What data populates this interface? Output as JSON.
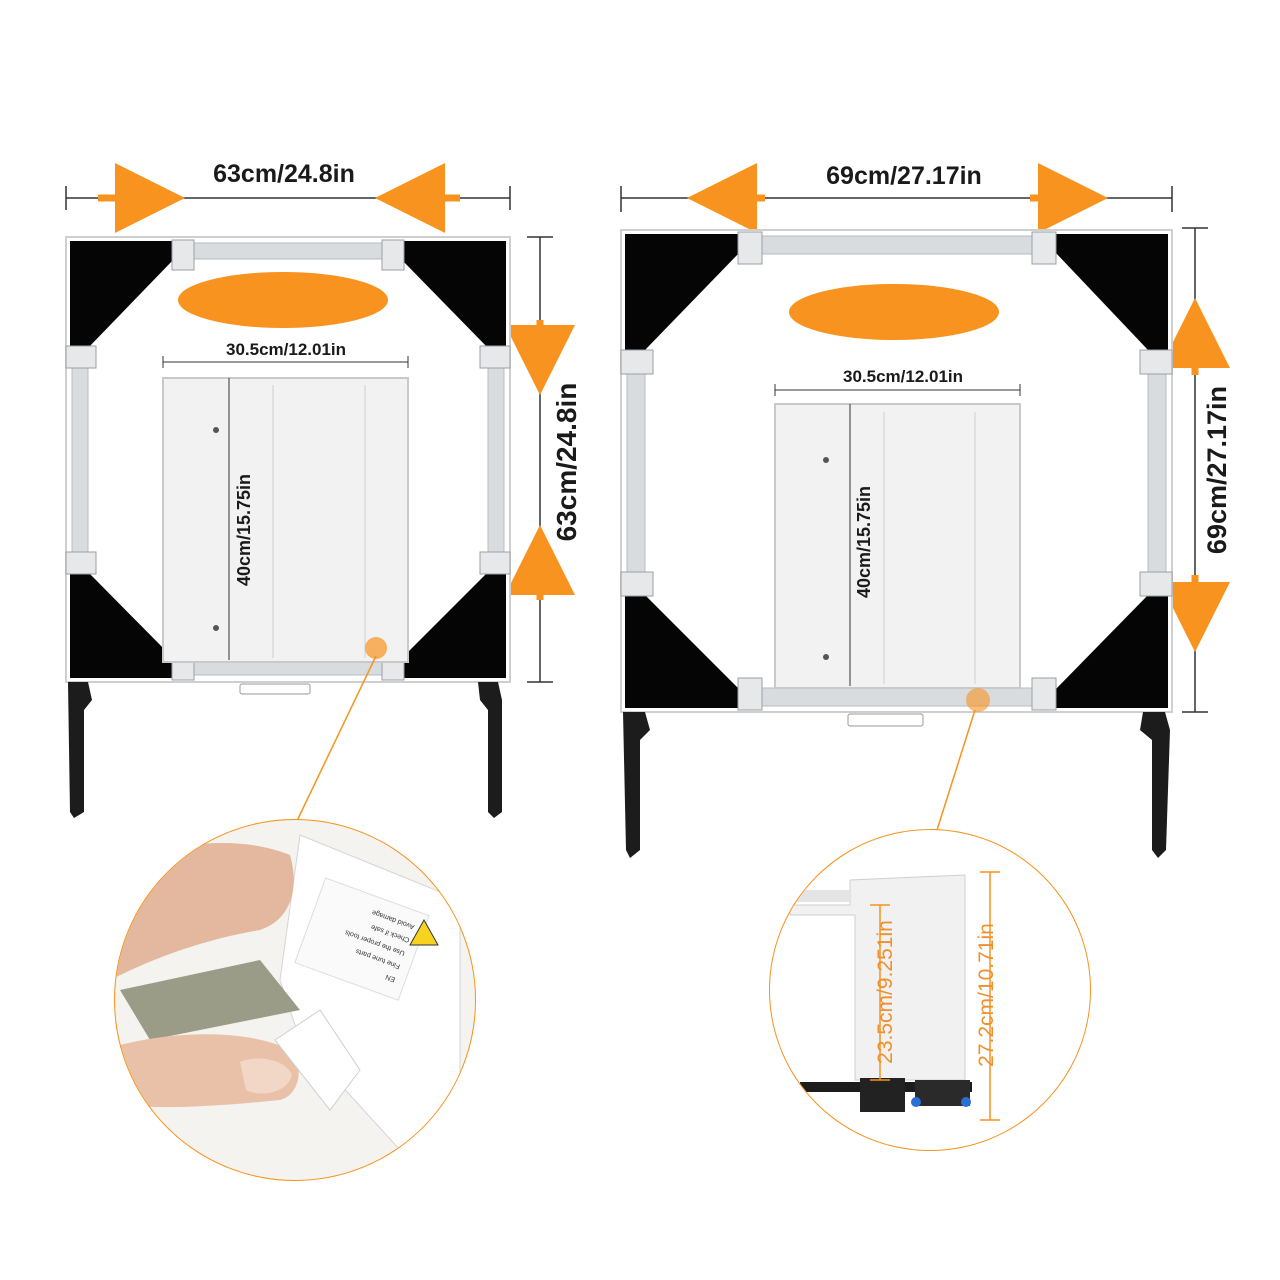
{
  "colors": {
    "accent": "#f7931e",
    "corner": "#050505",
    "rail": "#d9dcdf",
    "panel": "#f2f2f2",
    "text": "#1a1a1a"
  },
  "left_unit": {
    "width_label": "63cm/24.8in",
    "depth_label": "63cm/24.8in",
    "inner_width_label": "30.5cm/12.01in",
    "inner_depth_label": "40cm/15.75in",
    "callout": {
      "kind": "photo-hand-adjusting-corner",
      "sticker_lines": [
        "EN",
        "Fine tune parts",
        "Use the proper tools",
        "Check if safe",
        "Avoid damage"
      ]
    }
  },
  "right_unit": {
    "width_label": "69cm/27.17in",
    "depth_label": "69cm/27.17in",
    "inner_width_label": "30.5cm/12.01in",
    "inner_depth_label": "40cm/15.75in",
    "callout": {
      "kind": "rail-height-detail",
      "inner_height_label": "23.5cm/9.251in",
      "outer_height_label": "27.2cm/10.71in"
    }
  }
}
